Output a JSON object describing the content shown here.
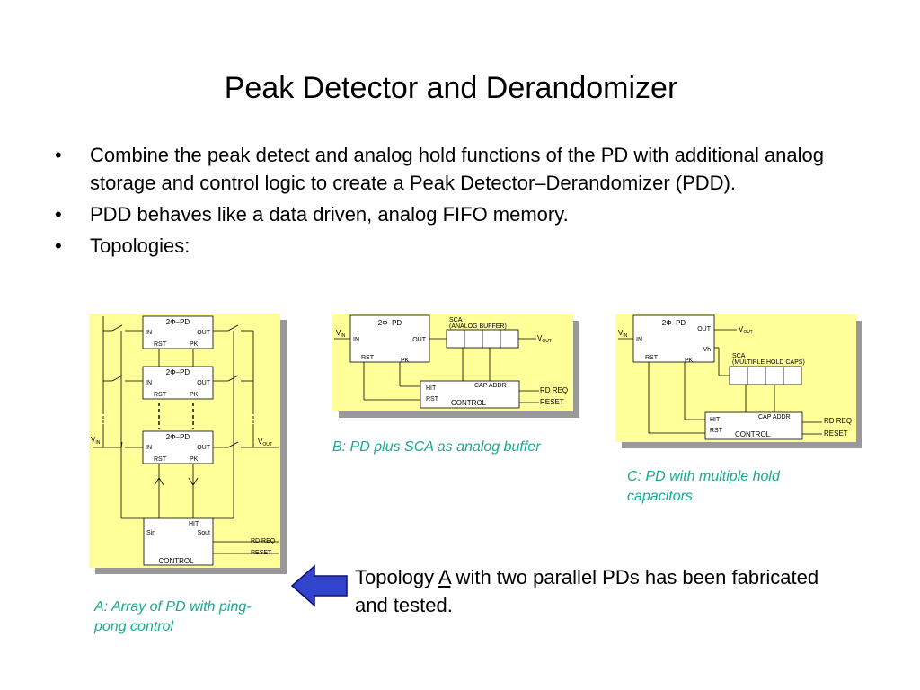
{
  "title": "Peak Detector and Derandomizer",
  "bullets": [
    "Combine the peak detect and analog hold functions of the PD with additional analog storage and control logic to create a Peak Detector–Derandomizer (PDD).",
    "PDD behaves like a data driven, analog FIFO memory.",
    "Topologies:"
  ],
  "bullet_symbol": "•",
  "note": {
    "before": "Topology ",
    "underlined": "A",
    "after": " with two parallel PDs has been fabricated and tested."
  },
  "captions": {
    "a": "A: Array of PD with ping-pong control",
    "b": "B: PD plus SCA as analog buffer",
    "c": "C: PD with multiple hold capacitors"
  },
  "colors": {
    "panel": "#ffff99",
    "shadow": "#999999",
    "caption": "#1aa88f",
    "arrow_fill": "#3344cc"
  },
  "icons": [
    "left-arrow-icon"
  ],
  "diagram_a": {
    "pd_title": "2Φ–PD",
    "in": "IN",
    "out": "OUT",
    "rst": "RST",
    "pk": "PK",
    "vin": "V",
    "vin_sub": "IN",
    "vout": "V",
    "vout_sub": "OUT",
    "hit": "HIT",
    "sin": "Sin",
    "sout": "Sout",
    "rd_req": "RD REQ",
    "reset": "RESET",
    "control": "CONTROL"
  },
  "diagram_b": {
    "pd_title": "2Φ–PD",
    "in": "IN",
    "out": "OUT",
    "rst": "RST",
    "pk": "PK",
    "vin": "V",
    "vin_sub": "IN",
    "vout": "V",
    "vout_sub": "OUT",
    "sca": "SCA",
    "sca_sub": "(ANALOG BUFFER)",
    "hit": "HIT",
    "rst2": "RST",
    "cap_addr": "CAP ADDR",
    "control": "CONTROL",
    "rd_req": "RD REQ",
    "reset": "RESET"
  },
  "diagram_c": {
    "pd_title": "2Φ–PD",
    "in": "IN",
    "out": "OUT",
    "rst": "RST",
    "pk": "PK",
    "vh": "Vh",
    "vin": "V",
    "vin_sub": "IN",
    "vout": "V",
    "vout_sub": "OUT",
    "sca": "SCA",
    "sca_sub": "(MULTIPLE HOLD CAPS)",
    "hit": "HIT",
    "rst2": "RST",
    "cap_addr": "CAP ADDR",
    "control": "CONTROL",
    "rd_req": "RD REQ",
    "reset": "RESET"
  }
}
